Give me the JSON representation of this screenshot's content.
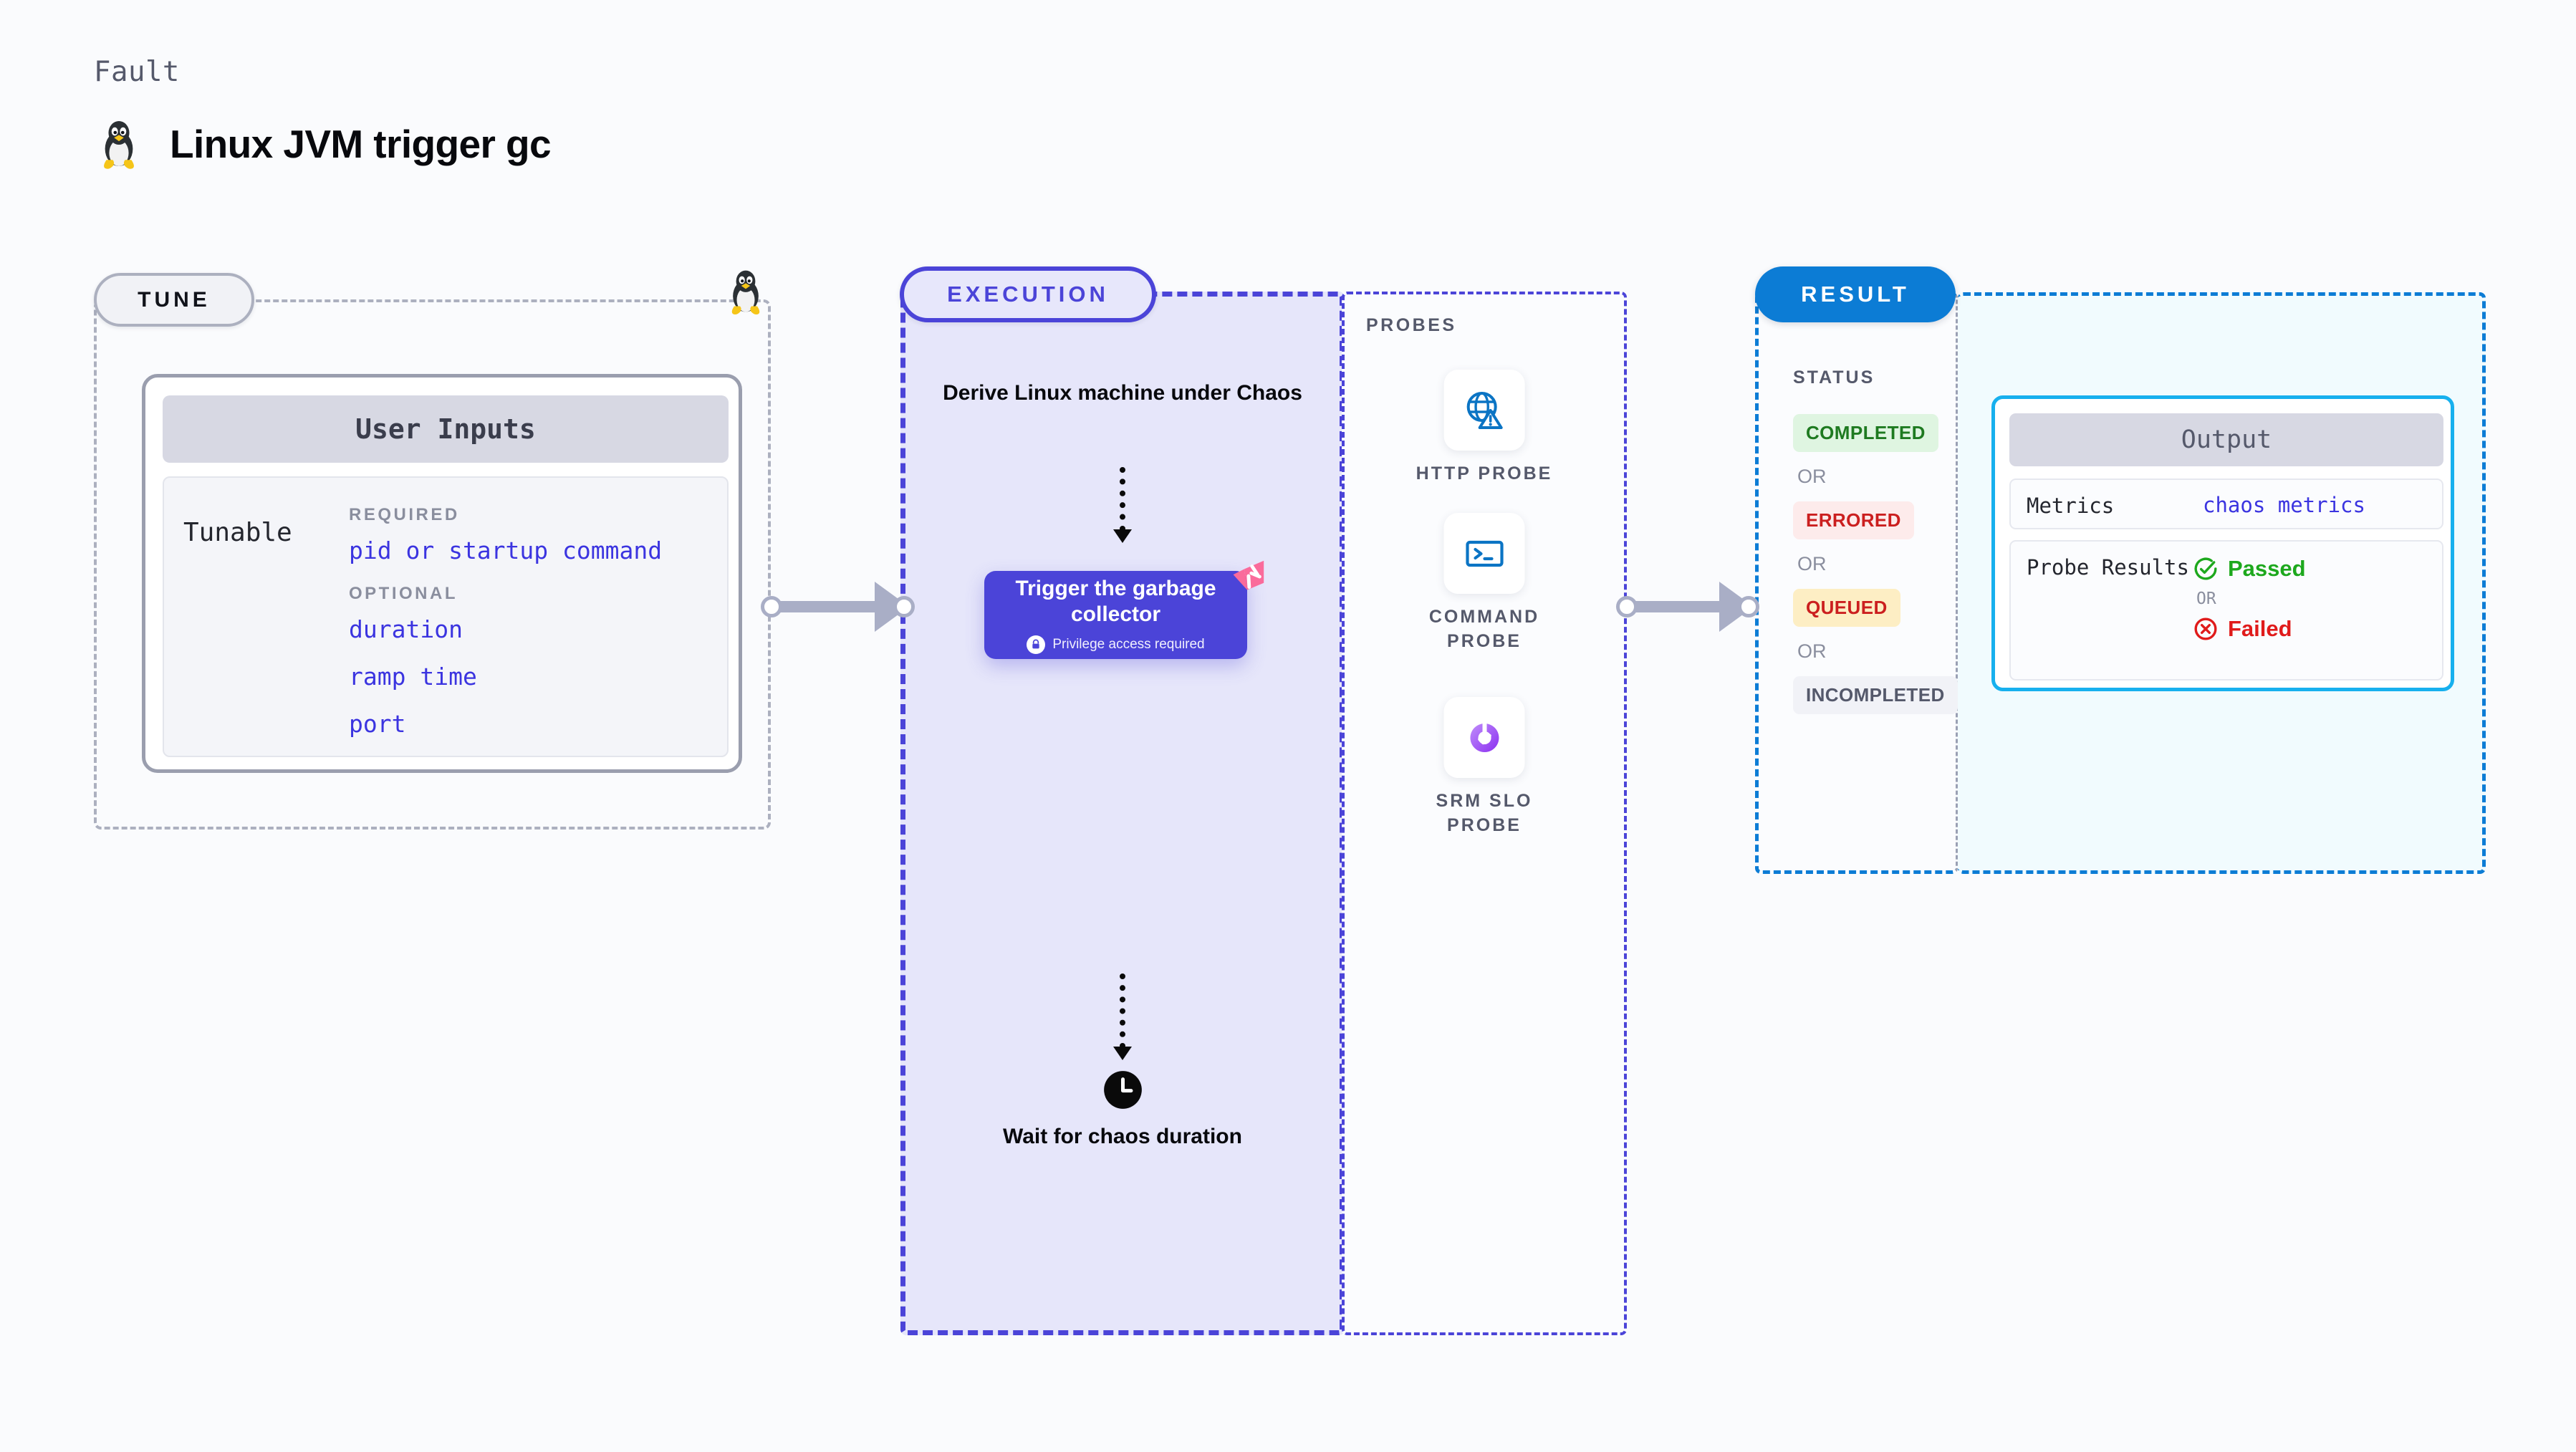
{
  "header": {
    "kind_label": "Fault",
    "title": "Linux JVM trigger gc",
    "icon": "linux-tux-icon"
  },
  "tune": {
    "pill_label": "TUNE",
    "card": {
      "header": "User Inputs",
      "row_label": "Tunable",
      "groups": [
        {
          "label": "REQUIRED",
          "items": [
            "pid or startup command"
          ]
        },
        {
          "label": "OPTIONAL",
          "items": [
            "duration",
            "ramp time",
            "port"
          ]
        }
      ]
    },
    "line_icon": "linux-tux-icon"
  },
  "execution": {
    "pill_label": "EXECUTION",
    "step_1": "Derive Linux machine under Chaos",
    "action": {
      "title": "Trigger the garbage collector",
      "badge_text": "Privilege access required",
      "badge_icon": "lock-icon",
      "corner_icon": "harness-logo-icon"
    },
    "step_3": {
      "icon": "clock-icon",
      "text": "Wait for chaos duration"
    }
  },
  "probes": {
    "section_label": "PROBES",
    "items": [
      {
        "name": "HTTP PROBE",
        "icon": "globe-warning-icon"
      },
      {
        "name": "COMMAND PROBE",
        "icon": "terminal-icon"
      },
      {
        "name": "SRM SLO PROBE",
        "icon": "slo-donut-check-icon"
      }
    ]
  },
  "result": {
    "pill_label": "RESULT",
    "status": {
      "label": "STATUS",
      "or_text": "OR",
      "badges": [
        {
          "text": "COMPLETED",
          "style": "b-completed"
        },
        {
          "text": "ERRORED",
          "style": "b-errored"
        },
        {
          "text": "QUEUED",
          "style": "b-queued"
        },
        {
          "text": "INCOMPLETED",
          "style": "b-incompleted"
        }
      ]
    },
    "output": {
      "header": "Output",
      "metrics_key": "Metrics",
      "metrics_value": "chaos metrics",
      "probe_results_key": "Probe Results",
      "or_text": "OR",
      "passed": "Passed",
      "failed": "Failed",
      "passed_icon": "check-circle-icon",
      "failed_icon": "x-circle-icon"
    }
  },
  "colors": {
    "background": "#fafbfd",
    "indigo": "#4b44d8",
    "blue": "#0c7cd5",
    "cyan": "#17b0ee",
    "gray": "#acb0bf",
    "pink": "#fa6b9b",
    "green": "#1da81d",
    "red": "#e01b1b",
    "connector": "#a9aec6"
  }
}
